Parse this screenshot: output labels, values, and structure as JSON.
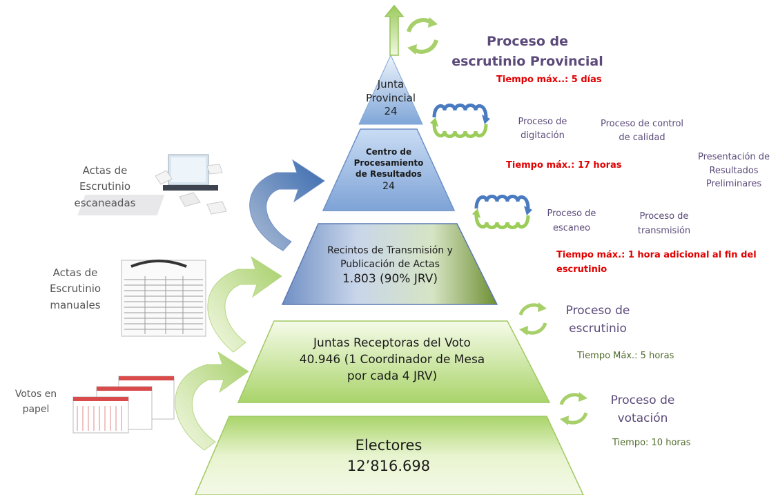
{
  "levels": [
    {
      "name_lines": [
        "Junta",
        "Provincial"
      ],
      "count": "24"
    },
    {
      "name_lines": [
        "Centro de",
        "Procesamiento",
        "de Resultados"
      ],
      "count": "24"
    },
    {
      "name_lines": [
        "Recintos de Transmisión y",
        "Publicación de Actas"
      ],
      "count": "1.803 (90% JRV)"
    },
    {
      "name_lines": [
        "Juntas Receptoras del Voto",
        "40.946 (1 Coordinador de Mesa",
        "por cada 4 JRV)"
      ]
    },
    {
      "name_lines": [
        "Electores"
      ],
      "count": "12’816.698"
    }
  ],
  "left_labels": {
    "scanned": [
      "Actas de",
      "Escrutinio",
      "escaneadas"
    ],
    "manual": [
      "Actas de",
      "Escrutinio",
      "manuales"
    ],
    "votes": [
      "Votos en",
      "papel"
    ]
  },
  "right": {
    "provincial": {
      "title_lines": [
        "Proceso de",
        "escrutinio Provincial"
      ],
      "time": "Tiempo máx..: 5 días"
    },
    "digitacion": [
      "Proceso de",
      "digitación"
    ],
    "control": [
      "Proceso de control",
      "de calidad"
    ],
    "presentacion": [
      "Presentación de",
      "Resultados",
      "Preliminares"
    ],
    "cpr_time": "Tiempo máx.: 17 horas",
    "escaneo": [
      "Proceso de",
      "escaneo"
    ],
    "transmision": [
      "Proceso de",
      "transmisión"
    ],
    "recintos_time": [
      "Tiempo máx.: 1 hora adicional al fin del",
      "escrutinio"
    ],
    "escrutinio": {
      "title_lines": [
        "Proceso de",
        "escrutinio"
      ],
      "time": "Tiempo Máx.: 5 horas"
    },
    "votacion": {
      "title_lines": [
        "Proceso de",
        "votación"
      ],
      "time": "Tiempo: 10 horas"
    }
  },
  "colors": {
    "blue_dark": "#4a6fa5",
    "blue_light": "#c8dcf3",
    "green_dark": "#8fbf4a",
    "green_light": "#f3f9e4",
    "purple": "#5b4a7a",
    "red": "#e00000",
    "olive": "#4f6b2b"
  }
}
